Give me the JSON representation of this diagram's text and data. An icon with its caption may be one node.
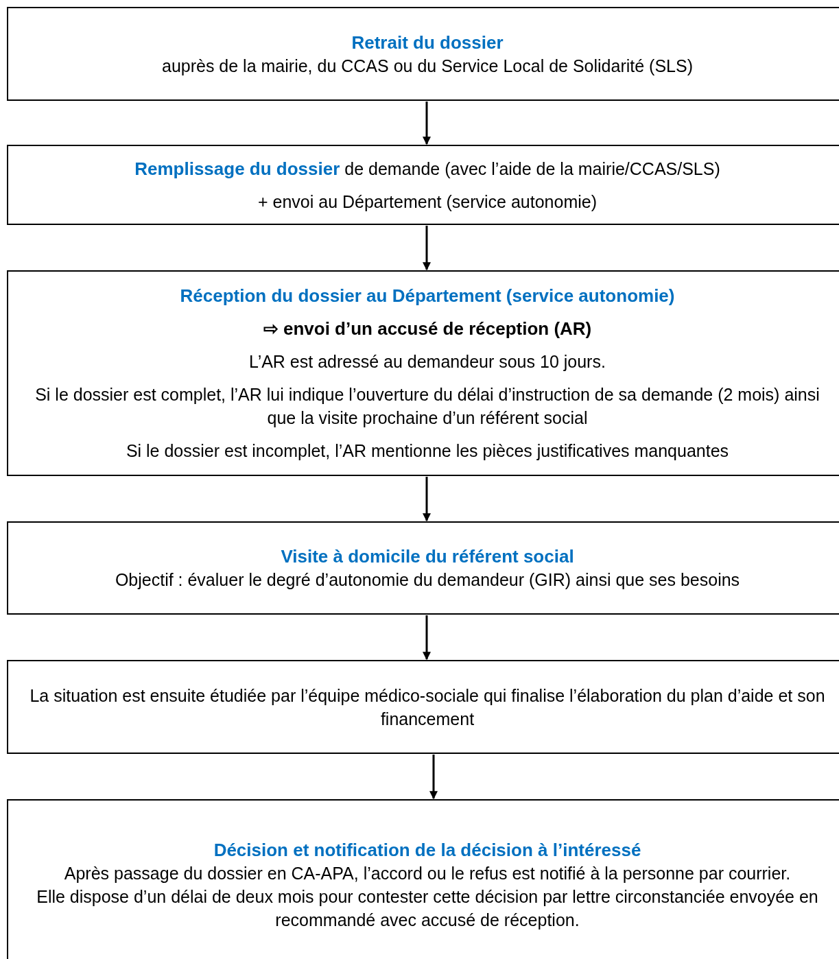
{
  "diagram": {
    "nodes": [
      {
        "text": [
          "Retrait du dossier",
          "auprès de la mairie, du CCAS ou du Service Local de Solidarité (SLS)"
        ]
      },
      {
        "text": [
          "**Remplissage du dossier** de demande (avec l’aide de la mairie/CCAS/SLS)",
          "+ envoi au Département (service autonomie)"
        ]
      },
      {
        "text": [
          "Réception du dossier au Département (service autonomie)",
          "⇨ envoi d’un accusé de réception (AR)",
          "L’AR est adressé au demandeur sous 10 jours.",
          "Si le dossier est complet, l’AR lui indique l’ouverture du délai d’instruction de sa demande (2 mois) ainsi que la visite prochaine d’un référent social",
          "Si le dossier est incomplet, l’AR mentionne les pièces justificatives manquantes"
        ]
      },
      {
        "text": [
          "Visite à domicile du référent social",
          "Objectif : évaluer le degré d’autonomie du demandeur (GIR) ainsi que ses besoins"
        ]
      },
      {
        "text": [
          "La situation est ensuite étudiée par l’équipe médico-sociale qui finalise l’élaboration du plan d’aide et son financement"
        ]
      },
      {
        "text": [
          "Décision et notification de la décision à l’intéressé",
          "Après passage du dossier en CA-APA, l’accord ou le refus est notifié à la personne par courrier.",
          "Elle dispose d’un délai de deux mois pour contester cette décision par lettre circonstanciée envoyée en recommandé avec accusé de réception."
        ]
      }
    ],
    "edges": [
      {
        "from": 0,
        "to": 1,
        "arrow": "to"
      },
      {
        "from": 1,
        "to": 2,
        "arrow": "to"
      },
      {
        "from": 2,
        "to": 3,
        "arrow": "to"
      },
      {
        "from": 3,
        "to": 4,
        "arrow": "to"
      },
      {
        "from": 4,
        "to": 5,
        "arrow": "to"
      }
    ]
  }
}
